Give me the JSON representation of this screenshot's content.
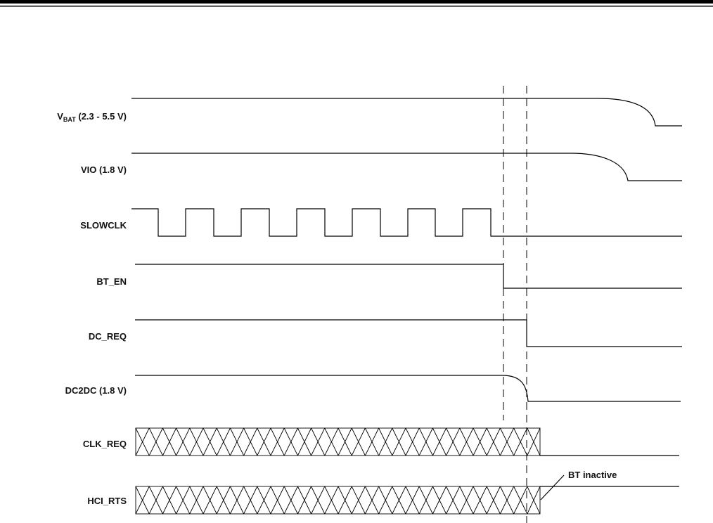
{
  "signals": [
    {
      "id": "vbat",
      "name": "V",
      "sub": "BAT",
      "suffix": " (2.3 - 5.5 V)"
    },
    {
      "id": "vio",
      "name": "VIO (1.8 V)"
    },
    {
      "id": "slowclk",
      "name": "SLOWCLK"
    },
    {
      "id": "bt_en",
      "name": "BT_EN"
    },
    {
      "id": "dc_req",
      "name": "DC_REQ"
    },
    {
      "id": "dc2dc",
      "name": "DC2DC (1.8 V)"
    },
    {
      "id": "clk_req",
      "name": "CLK_REQ"
    },
    {
      "id": "hci_rts",
      "name": "HCI_RTS"
    }
  ],
  "annotations": {
    "bt_inactive": "BT inactive"
  }
}
